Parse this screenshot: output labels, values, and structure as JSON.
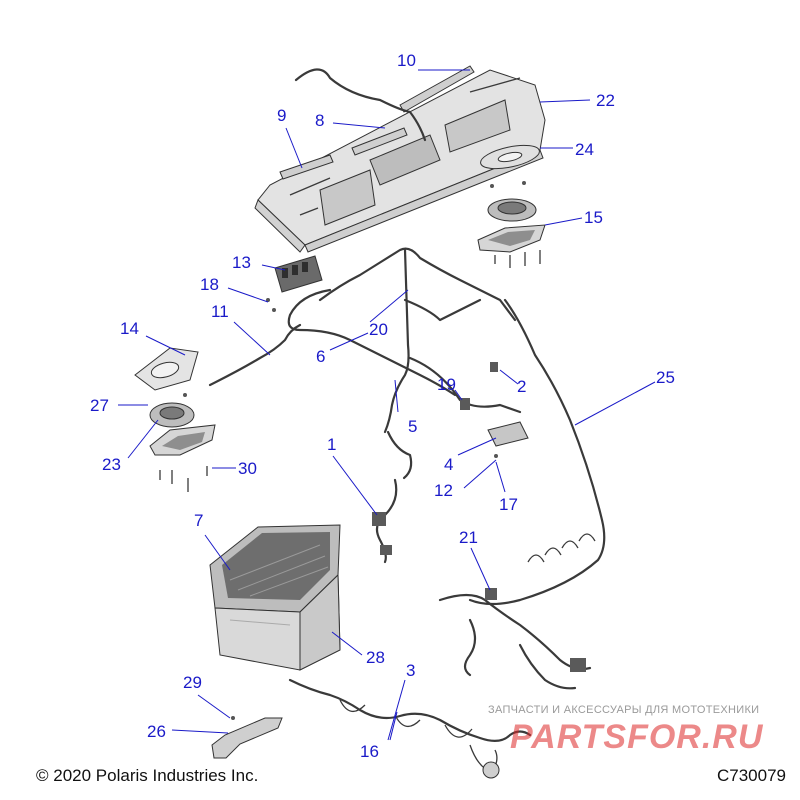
{
  "diagram": {
    "copyright": "© 2020 Polaris Industries Inc.",
    "figure_id": "C730079",
    "watermark": {
      "caption": "ЗАПЧАСТИ И АКСЕССУАРЫ ДЛЯ МОТОТЕХНИКИ",
      "text": "PARTSFOR.RU"
    },
    "callouts": [
      {
        "label": "1"
      },
      {
        "label": "2"
      },
      {
        "label": "3"
      },
      {
        "label": "4"
      },
      {
        "label": "5"
      },
      {
        "label": "6"
      },
      {
        "label": "7"
      },
      {
        "label": "8"
      },
      {
        "label": "9"
      },
      {
        "label": "10"
      },
      {
        "label": "11"
      },
      {
        "label": "12"
      },
      {
        "label": "13"
      },
      {
        "label": "14"
      },
      {
        "label": "15"
      },
      {
        "label": "16"
      },
      {
        "label": "17"
      },
      {
        "label": "18"
      },
      {
        "label": "19"
      },
      {
        "label": "20"
      },
      {
        "label": "21"
      },
      {
        "label": "22"
      },
      {
        "label": "23"
      },
      {
        "label": "24"
      },
      {
        "label": "25"
      },
      {
        "label": "26"
      },
      {
        "label": "27"
      },
      {
        "label": "28"
      },
      {
        "label": "29"
      },
      {
        "label": "30"
      }
    ],
    "colors": {
      "callout": "#1a1ac8",
      "line_art": "#333333",
      "watermark": "#dc2828"
    }
  }
}
